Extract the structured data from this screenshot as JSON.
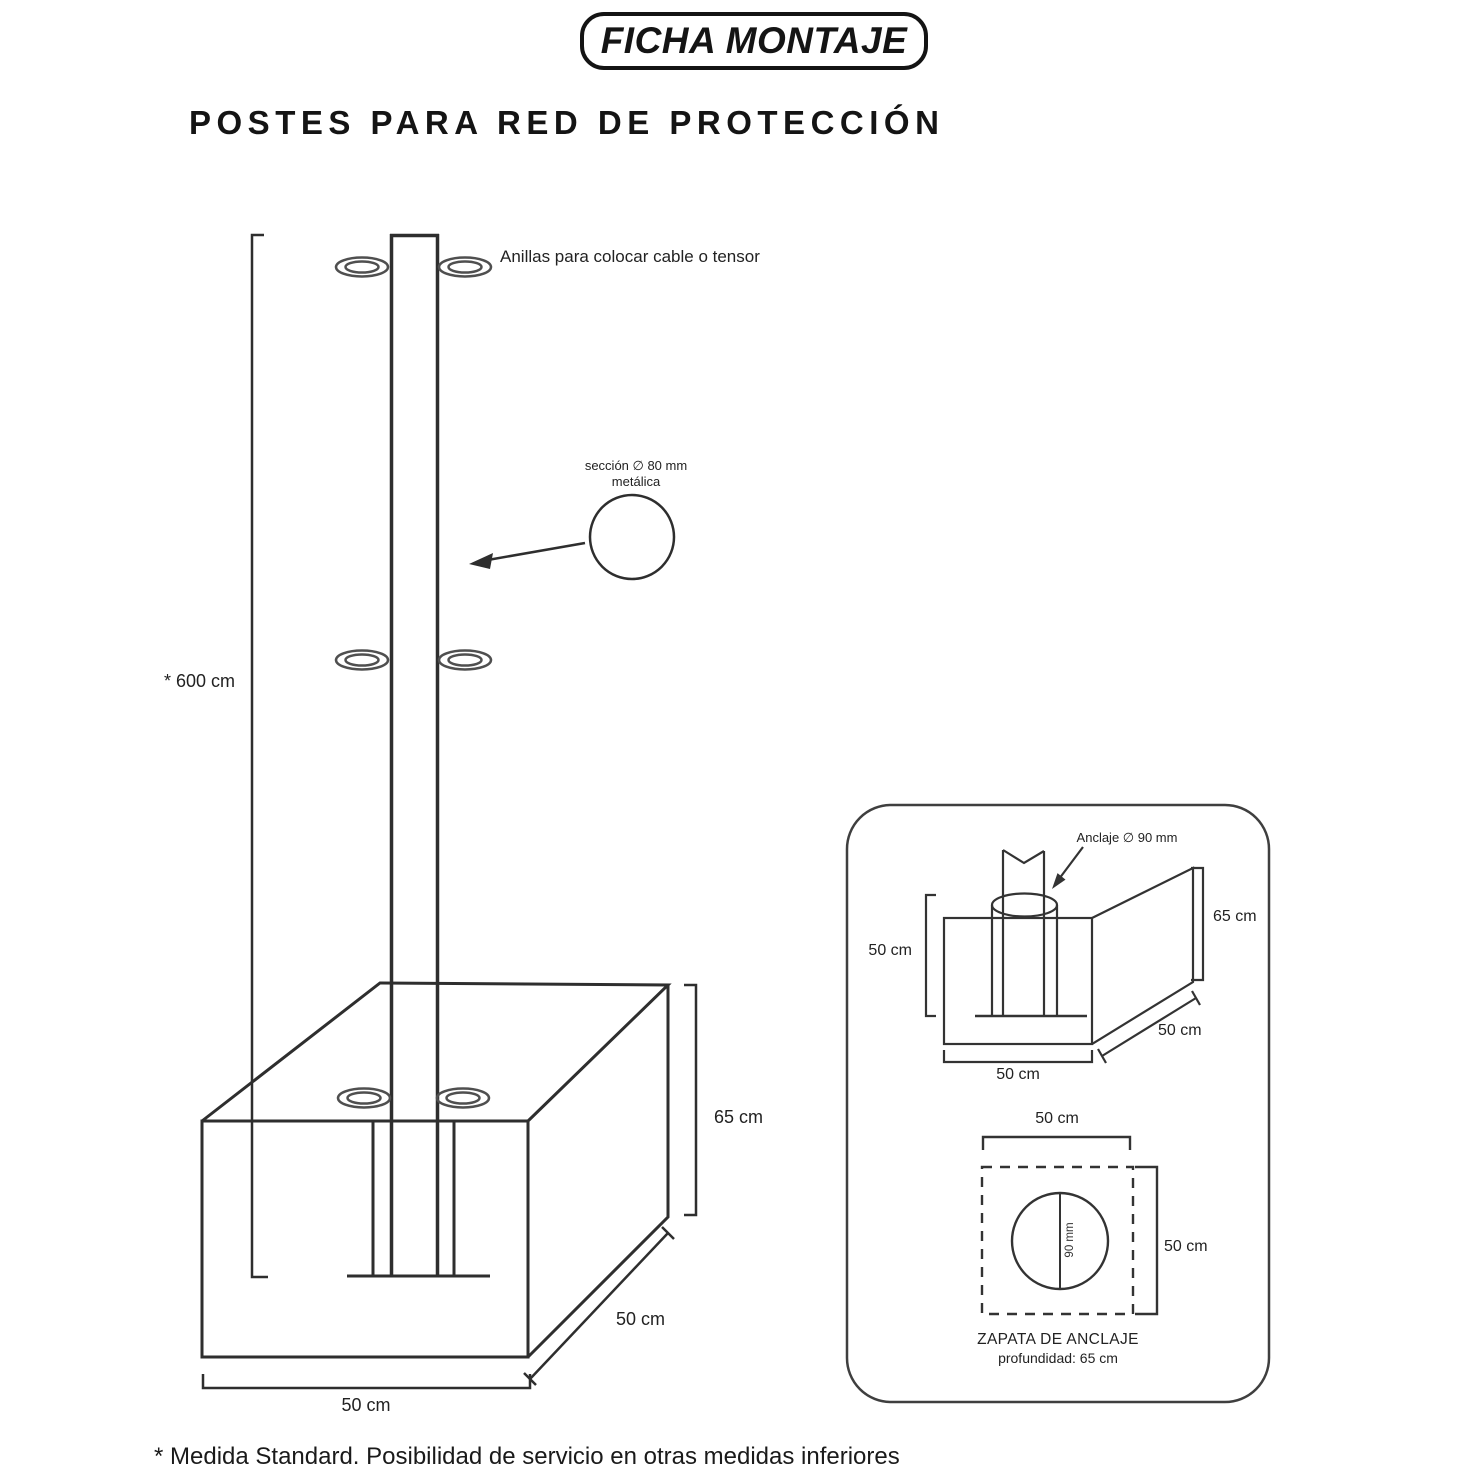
{
  "page": {
    "title": "FICHA MONTAJE",
    "subtitle": "POSTES PARA RED DE PROTECCIÓN",
    "footnote": "* Medida Standard. Posibilidad de servicio en otras medidas inferiores"
  },
  "main_diagram": {
    "anillas_label": "Anillas para colocar cable o tensor",
    "seccion_label_line1": "sección ∅ 80 mm",
    "seccion_label_line2": "metálica",
    "post_height_dim": "* 600 cm",
    "block_height_dim": "65 cm",
    "block_depth_dim": "50 cm",
    "block_width_dim": "50 cm"
  },
  "anchor_panel": {
    "anclaje_label": "Anclaje ∅ 90 mm",
    "left_dim": "50 cm",
    "right_dim": "65 cm",
    "depth_dim": "50 cm",
    "width_dim": "50 cm",
    "top_view": {
      "top_dim": "50 cm",
      "right_dim": "50 cm",
      "circle_dim": "90 mm",
      "caption_line1": "ZAPATA DE ANCLAJE",
      "caption_line2": "profundidad: 65 cm"
    }
  },
  "colors": {
    "line": "#2e2e2e",
    "ring": "#4f4f4f",
    "panel_border": "#3f3f3f",
    "text": "#1f1f1f"
  }
}
